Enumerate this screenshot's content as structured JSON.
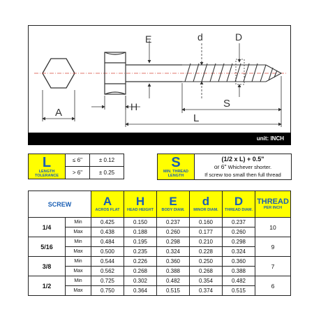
{
  "drawing": {
    "labels": {
      "A": "A",
      "H": "H",
      "E": "E",
      "d": "d",
      "D": "D",
      "S": "S",
      "L": "L"
    },
    "unit_note": "unit: INCH"
  },
  "length_tolerance": {
    "letter": "L",
    "label_line1": "LENGTH",
    "label_line2": "TOLERANCE",
    "rows": [
      {
        "range": "≤ 6\"",
        "tol": "± 0.12"
      },
      {
        "range": "> 6\"",
        "tol": "± 0.25"
      }
    ]
  },
  "thread_length": {
    "letter": "S",
    "label_line1": "MIN. THREAD",
    "label_line2": "LENGTH",
    "rule_line1": "(1/2 x L) + 0.5\"",
    "rule_line2_main": "or 6\"",
    "rule_line2_rest": " Whichever shorter.",
    "rule_line3": "If screw too small then full thread"
  },
  "spec_table": {
    "screw_header": "SCREW",
    "columns": [
      {
        "letter": "A",
        "sub": "ACROS FLAT"
      },
      {
        "letter": "H",
        "sub": "HEAD HEIGHT"
      },
      {
        "letter": "E",
        "sub": "BODY DIAM."
      },
      {
        "letter": "d",
        "sub": "MINOR DIAM."
      },
      {
        "letter": "D",
        "sub": "THREAD DIAM."
      }
    ],
    "thread_header": "THREAD",
    "thread_sub": "PER INCH",
    "rows": [
      {
        "size": "1/4",
        "tpi": "10",
        "min": {
          "label": "Min",
          "A": "0.425",
          "H": "0.150",
          "E": "0.237",
          "d": "0.160",
          "D": "0.237"
        },
        "max": {
          "label": "Max",
          "A": "0.438",
          "H": "0.188",
          "E": "0.260",
          "d": "0.177",
          "D": "0.260"
        }
      },
      {
        "size": "5/16",
        "tpi": "9",
        "min": {
          "label": "Min",
          "A": "0.484",
          "H": "0.195",
          "E": "0.298",
          "d": "0.210",
          "D": "0.298"
        },
        "max": {
          "label": "Max",
          "A": "0.500",
          "H": "0.235",
          "E": "0.324",
          "d": "0.228",
          "D": "0.324"
        }
      },
      {
        "size": "3/8",
        "tpi": "7",
        "min": {
          "label": "Min",
          "A": "0.544",
          "H": "0.226",
          "E": "0.360",
          "d": "0.250",
          "D": "0.360"
        },
        "max": {
          "label": "Max",
          "A": "0.562",
          "H": "0.268",
          "E": "0.388",
          "d": "0.268",
          "D": "0.388"
        }
      },
      {
        "size": "1/2",
        "tpi": "6",
        "min": {
          "label": "Min",
          "A": "0.725",
          "H": "0.302",
          "E": "0.482",
          "d": "0.354",
          "D": "0.482"
        },
        "max": {
          "label": "Max",
          "A": "0.750",
          "H": "0.364",
          "E": "0.515",
          "d": "0.374",
          "D": "0.515"
        }
      }
    ]
  }
}
